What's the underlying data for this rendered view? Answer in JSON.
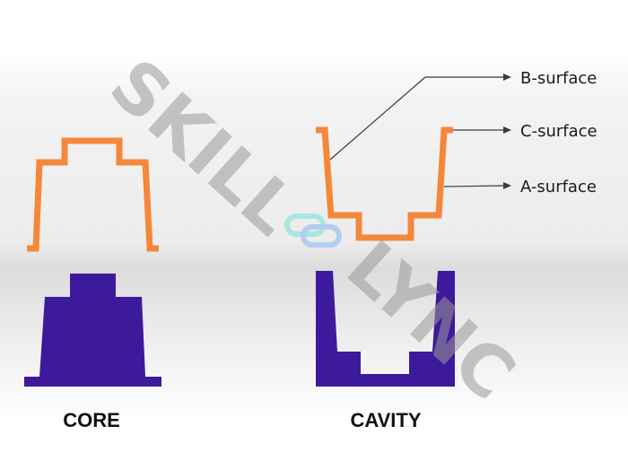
{
  "labels": {
    "core": "CORE",
    "cavity": "CAVITY",
    "b_surface": "B-surface",
    "c_surface": "C-surface",
    "a_surface": "A-surface"
  },
  "watermark": {
    "word1": "SKILL",
    "word2": "LYNC"
  },
  "colors": {
    "profile_outline": "#f5873a",
    "solid_part": "#3d1a9c",
    "leader_line": "#3a3a3a",
    "watermark": "#9a9a9a",
    "logo_teal": "#9fe6dc",
    "logo_blue": "#a9c8f0"
  }
}
